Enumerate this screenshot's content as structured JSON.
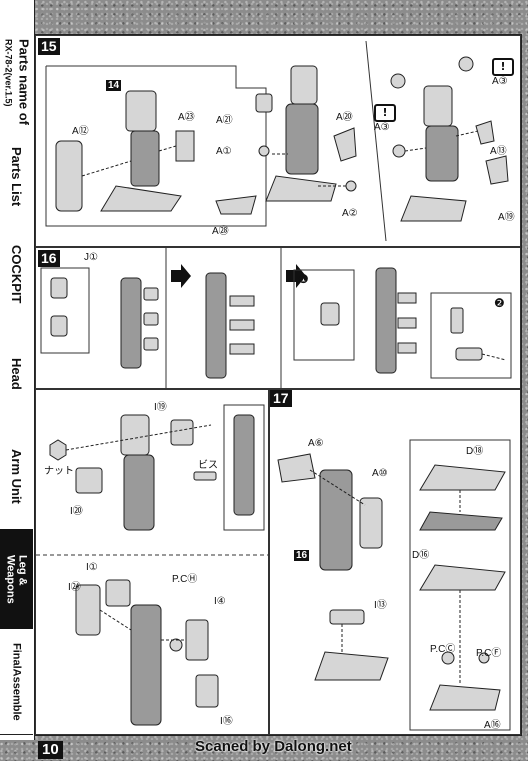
{
  "sidebar": {
    "tabs": [
      {
        "label": "Parts name of",
        "sub": "RX-78-2(ver.1.5)"
      },
      {
        "label": "Parts List"
      },
      {
        "label": "COCKPIT"
      },
      {
        "label": "Head"
      },
      {
        "label": "Arm Unit"
      },
      {
        "label": "Leg &",
        "sub": "Weapons"
      },
      {
        "label": "FinalAssemble"
      }
    ]
  },
  "steps": {
    "s15": {
      "number": "15",
      "sub1": {
        "marker": "14",
        "labels": [
          "A⑫",
          "A㉓"
        ]
      },
      "sub2": {
        "labels": [
          "A㉑",
          "A①",
          "A⑳",
          "A②",
          "A㉘"
        ]
      },
      "sub3": {
        "labels": [
          "A③",
          "A③",
          "A⑬",
          "A⑲"
        ],
        "warn": "!"
      }
    },
    "s16": {
      "number": "16",
      "labels": [
        "J①"
      ],
      "circle1": "❶",
      "circle2": "❷",
      "sub_lower": {
        "labels": [
          "I⑲",
          "ナット",
          "ビス",
          "I⑳"
        ]
      },
      "sub_bottom": {
        "labels": [
          "I①",
          "I㉔",
          "P.CⒽ",
          "I④",
          "I⑯"
        ]
      }
    },
    "s17": {
      "number": "17",
      "marker": "16",
      "labels": [
        "A⑥",
        "A⑩",
        "I⑬",
        "D⑱",
        "D⑯",
        "P.CⒸ",
        "P.CⒻ",
        "A⑯"
      ]
    }
  },
  "footer": {
    "page": "10",
    "credit": "Scaned by Dalong.net"
  }
}
